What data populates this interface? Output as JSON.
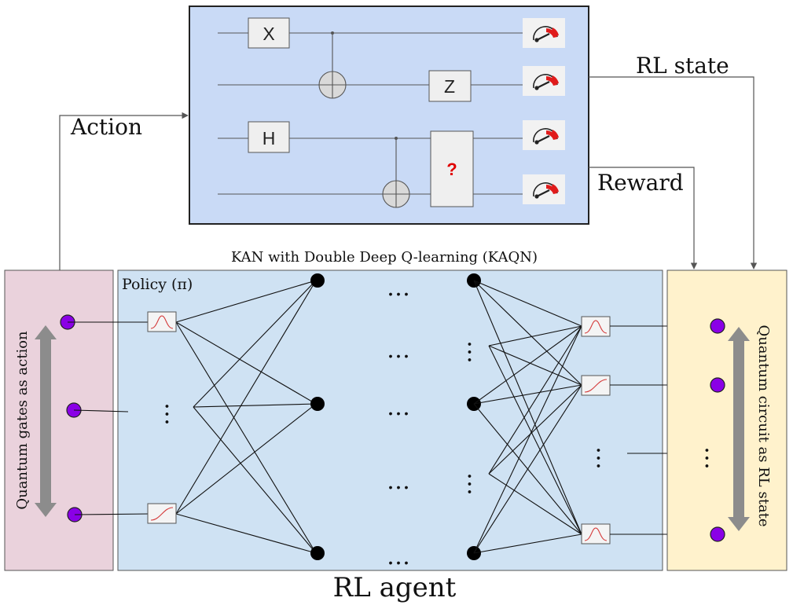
{
  "diagram_title": "KAN with Double Deep Q-learning (KAQN)",
  "agent_label": "RL agent",
  "policy_label": "Policy (π)",
  "action_label": "Action",
  "rl_state_label": "RL state",
  "reward_label": "Reward",
  "left_panel_label": "Quantum gates as action",
  "right_panel_label": "Quantum circuit as RL state",
  "circuit": {
    "gate_x": "X",
    "gate_z": "Z",
    "gate_h": "H",
    "gate_unknown": "?"
  },
  "ellipsis_dots": "…",
  "colors": {
    "circuit_bg": "#c9daf6",
    "left_panel_bg": "#ead2dc",
    "network_bg": "#cfe2f3",
    "right_panel_bg": "#fff2cc",
    "input_node": "#8a00e6",
    "unknown_gate_text": "#e00000",
    "meter_red": "#e01b1b"
  }
}
